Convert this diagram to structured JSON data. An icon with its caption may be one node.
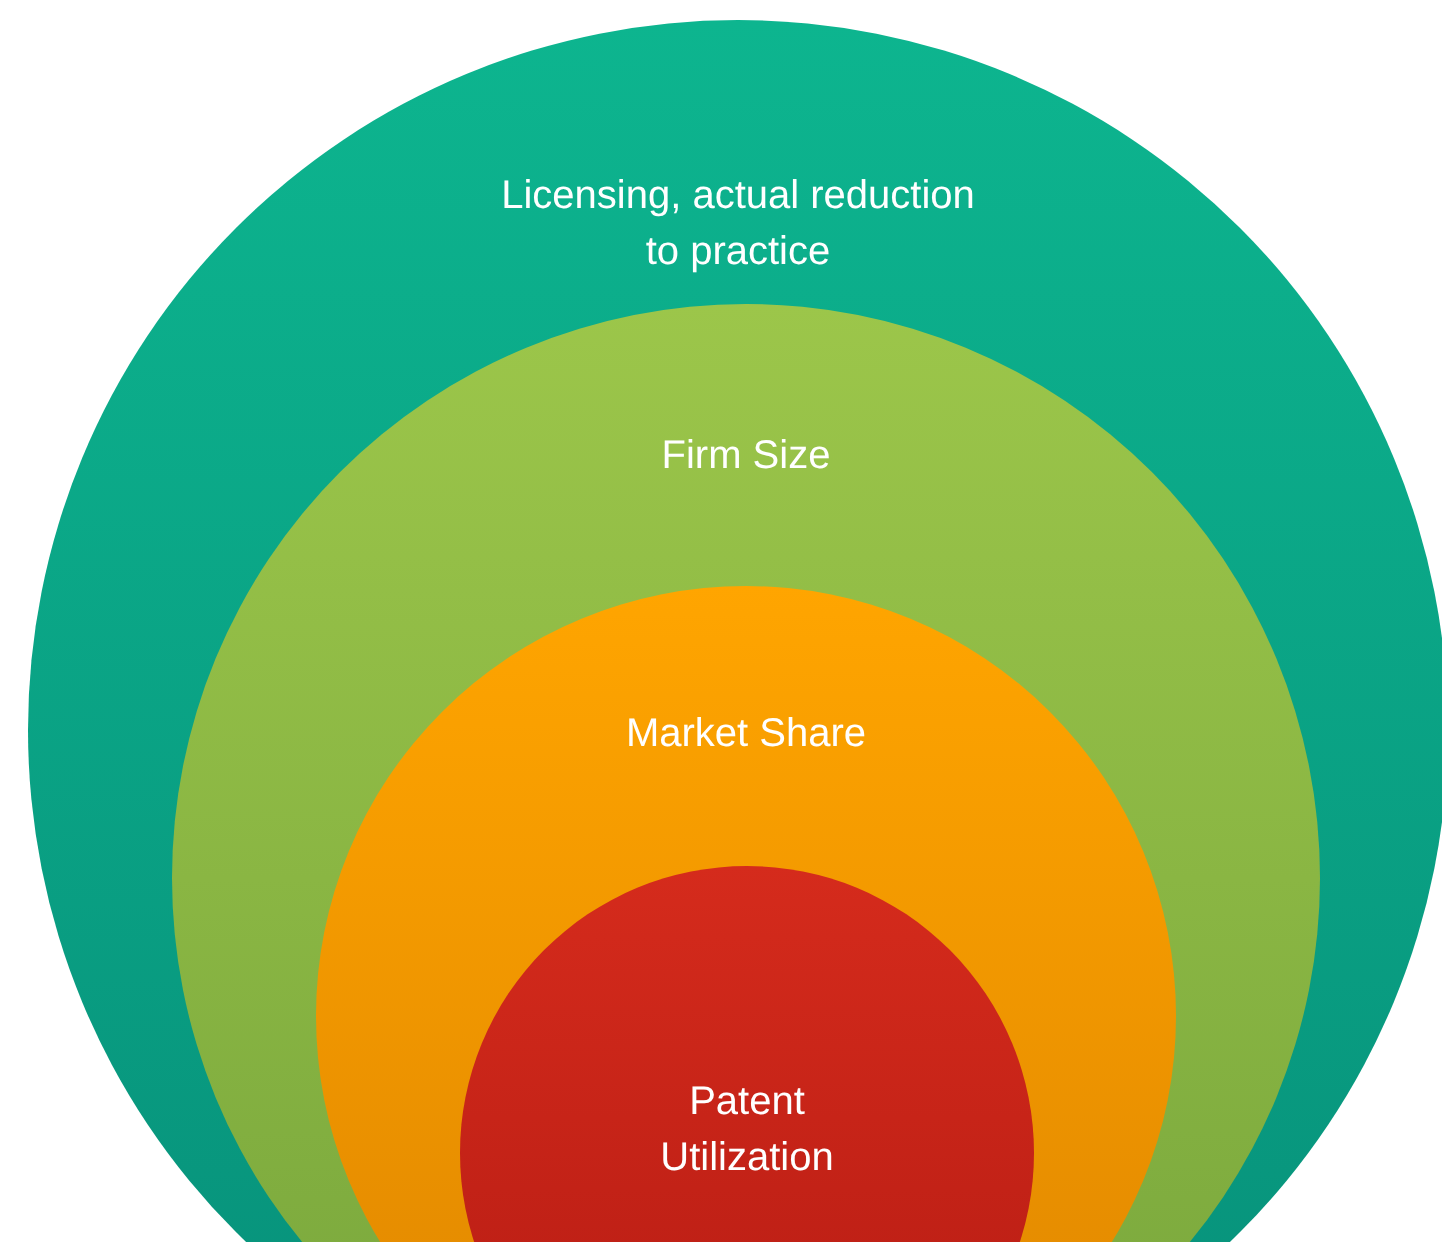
{
  "diagram": {
    "nodes": [
      {
        "text": [
          "Licensing, actual reduction to practice"
        ]
      },
      {
        "text": [
          "Firm Size"
        ],
        "in": 0
      },
      {
        "text": [
          "Market Share"
        ],
        "in": 1
      },
      {
        "text": [
          "Patent Utilization"
        ],
        "in": 2
      }
    ]
  }
}
